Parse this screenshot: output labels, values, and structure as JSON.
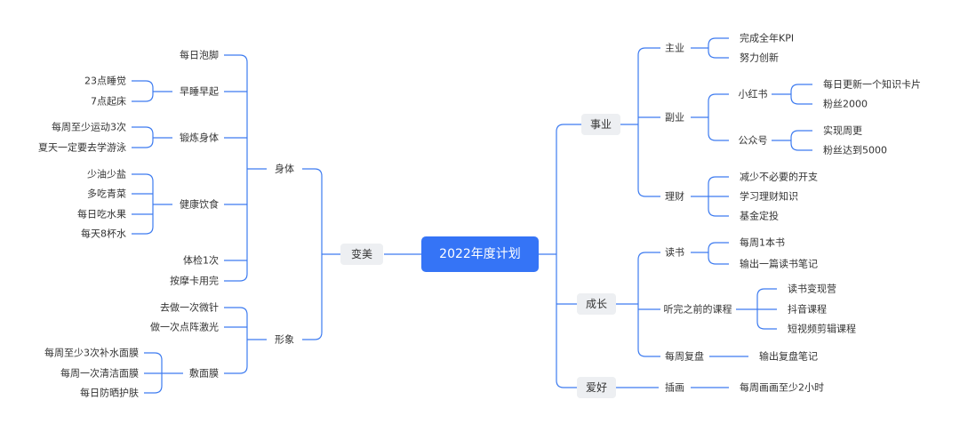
{
  "title": "2022年度计划",
  "colors": {
    "line": "#3D7BF0",
    "center_bg": "#3574F6",
    "chip_bg": "#EDEFF2",
    "text": "#333333"
  },
  "nodes": {
    "shiye": "事业",
    "zhuye": "主业",
    "kpi": "完成全年KPI",
    "nuli": "努力创新",
    "fuye": "副业",
    "xhs": "小红书",
    "xhs_a": "每日更新一个知识卡片",
    "xhs_b": "粉丝2000",
    "gzh": "公众号",
    "gzh_a": "实现周更",
    "gzh_b": "粉丝达到5000",
    "licai": "理财",
    "lc_a": "减少不必要的开支",
    "lc_b": "学习理财知识",
    "lc_c": "基金定投",
    "chengzhang": "成长",
    "dushu": "读书",
    "ds_a": "每周1本书",
    "ds_b": "输出一篇读书笔记",
    "tingke": "听完之前的课程",
    "tk_a": "读书变现营",
    "tk_b": "抖音课程",
    "tk_c": "短视频剪辑课程",
    "fupan": "每周复盘",
    "fp_a": "输出复盘笔记",
    "aihao": "爱好",
    "chahua": "插画",
    "ch_a": "每周画画至少2小时",
    "bianmei": "变美",
    "shenti": "身体",
    "paojiao": "每日泡脚",
    "zaoshui": "早睡早起",
    "zs_a": "23点睡觉",
    "zs_b": "7点起床",
    "duanlian": "锻炼身体",
    "dl_a": "每周至少运动3次",
    "dl_b": "夏天一定要去学游泳",
    "yinshi": "健康饮食",
    "ys_a": "少油少盐",
    "ys_b": "多吃青菜",
    "ys_c": "每日吃水果",
    "ys_d": "每天8杯水",
    "tijian": "体检1次",
    "anmo": "按摩卡用完",
    "xingxiang": "形象",
    "weizhen": "去做一次微针",
    "jiguang": "做一次点阵激光",
    "fumianmo": "敷面膜",
    "fm_a": "每周至少3次补水面膜",
    "fm_b": "每周一次清洁面膜",
    "fm_c": "每日防晒护肤"
  }
}
